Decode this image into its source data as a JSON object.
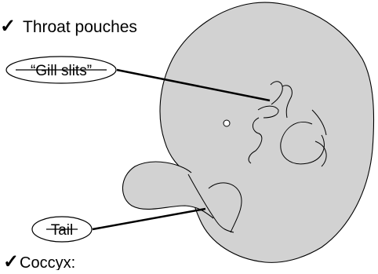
{
  "colors": {
    "body_fill": "#d2d2d2",
    "outline": "#000000",
    "background": "#ffffff"
  },
  "labels": {
    "throat_pouches": {
      "check": "✓",
      "text": "Throat pouches"
    },
    "gill_slits": {
      "text": "“Gill slits”",
      "struck_through": true
    },
    "tail": {
      "text": "Tail",
      "struck_through": true
    },
    "coccyx": {
      "check": "✓",
      "text": "Coccyx:"
    }
  }
}
